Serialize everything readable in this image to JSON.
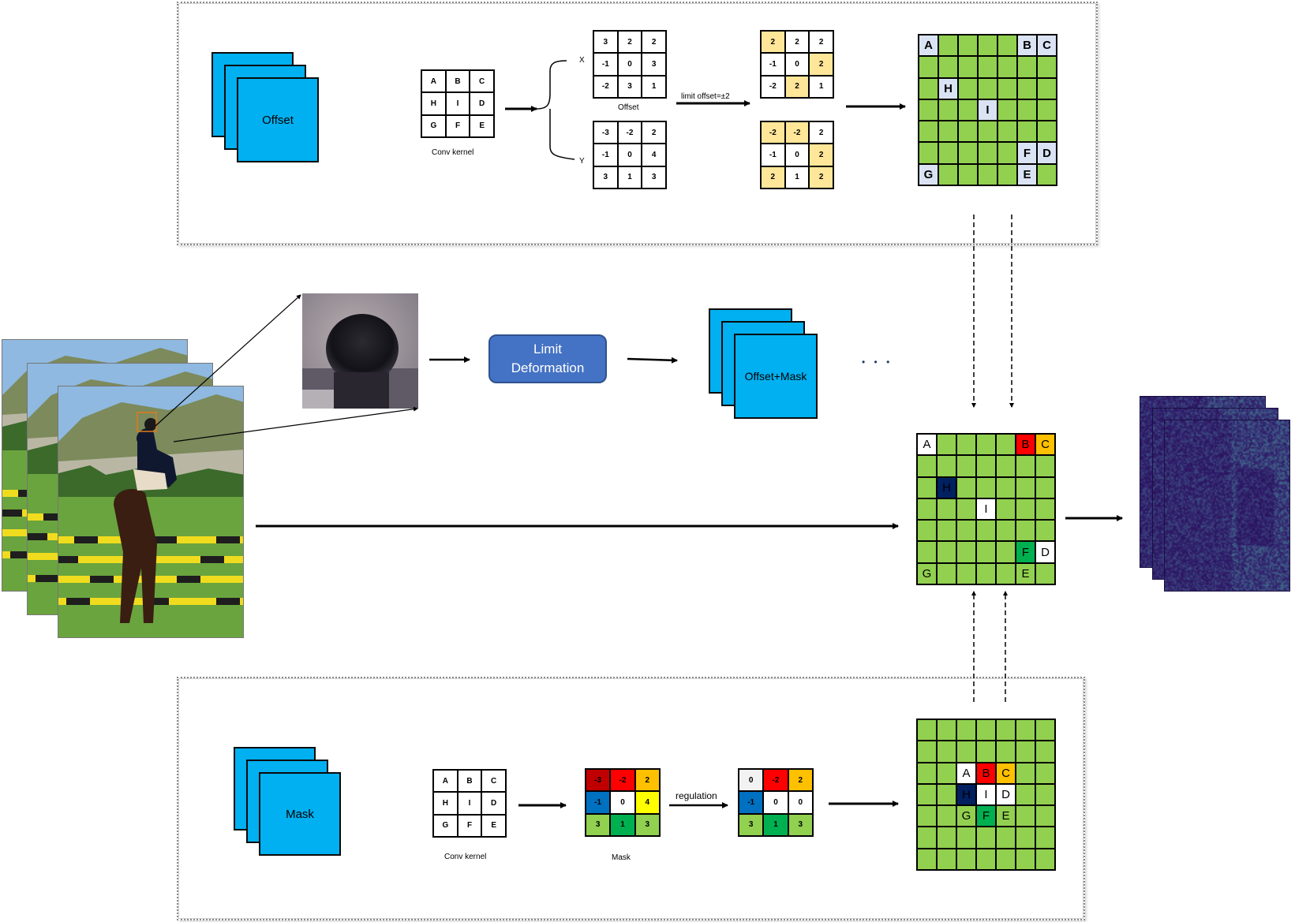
{
  "offset_panel": {
    "stack_label": "Offset",
    "kernel": [
      "A",
      "B",
      "C",
      "H",
      "I",
      "D",
      "G",
      "F",
      "E"
    ],
    "kernel_caption": "Conv kernel",
    "x_label": "X",
    "y_label": "Y",
    "offset_x": [
      "3",
      "2",
      "2",
      "-1",
      "0",
      "3",
      "-2",
      "3",
      "1"
    ],
    "offset_y": [
      "-3",
      "-2",
      "2",
      "-1",
      "0",
      "4",
      "3",
      "1",
      "3"
    ],
    "offset_caption": "Offset",
    "limit_caption": "limit offset=±2",
    "limited_x": [
      "2",
      "2",
      "2",
      "-1",
      "0",
      "2",
      "-2",
      "2",
      "1"
    ],
    "limited_y": [
      "-2",
      "-2",
      "2",
      "-1",
      "0",
      "2",
      "2",
      "1",
      "2"
    ],
    "limited_x_highlight": [
      0,
      5,
      7
    ],
    "limited_y_highlight": [
      0,
      1,
      5,
      6,
      8
    ],
    "highlight_color": "#ffe699",
    "sample_grid_marks": [
      {
        "row": 0,
        "col": 0,
        "text": "A"
      },
      {
        "row": 0,
        "col": 5,
        "text": "B"
      },
      {
        "row": 0,
        "col": 6,
        "text": "C"
      },
      {
        "row": 2,
        "col": 1,
        "text": "H"
      },
      {
        "row": 3,
        "col": 3,
        "text": "I"
      },
      {
        "row": 5,
        "col": 5,
        "text": "F"
      },
      {
        "row": 5,
        "col": 6,
        "text": "D"
      },
      {
        "row": 6,
        "col": 0,
        "text": "G"
      },
      {
        "row": 6,
        "col": 5,
        "text": "E"
      }
    ],
    "mark_color": "#dae3f3"
  },
  "middle": {
    "limit_button": [
      "Limit",
      "Deformation"
    ],
    "stack_label": "Offset+Mask",
    "ellipsis": "• • •",
    "result_grid_marks": [
      {
        "row": 0,
        "col": 0,
        "text": "A",
        "color": "#ffffff"
      },
      {
        "row": 0,
        "col": 5,
        "text": "B",
        "color": "#ff0000"
      },
      {
        "row": 0,
        "col": 6,
        "text": "C",
        "color": "#ffc000"
      },
      {
        "row": 2,
        "col": 1,
        "text": "H",
        "color": "#002060"
      },
      {
        "row": 3,
        "col": 3,
        "text": "I",
        "color": "#ffffff"
      },
      {
        "row": 5,
        "col": 5,
        "text": "F",
        "color": "#00b050"
      },
      {
        "row": 5,
        "col": 6,
        "text": "D",
        "color": "#ffffff"
      },
      {
        "row": 6,
        "col": 0,
        "text": "G",
        "color": "#92d050"
      },
      {
        "row": 6,
        "col": 5,
        "text": "E",
        "color": "#92d050"
      }
    ]
  },
  "mask_panel": {
    "stack_label": "Mask",
    "kernel": [
      "A",
      "B",
      "C",
      "H",
      "I",
      "D",
      "G",
      "F",
      "E"
    ],
    "kernel_caption": "Conv kernel",
    "mask": [
      "-3",
      "-2",
      "2",
      "-1",
      "0",
      "4",
      "3",
      "1",
      "3"
    ],
    "mask_colors": [
      "#c00000",
      "#ff0000",
      "#ffc000",
      "#0070c0",
      "#ffffff",
      "#ffff00",
      "#92d050",
      "#00b050",
      "#92d050"
    ],
    "mask_caption": "Mask",
    "regulation_caption": "regulation",
    "regulated": [
      "0",
      "-2",
      "2",
      "-1",
      "0",
      "0",
      "3",
      "1",
      "3"
    ],
    "regulated_colors": [
      "#f2f2f2",
      "#ff0000",
      "#ffc000",
      "#0070c0",
      "#ffffff",
      "#ffffff",
      "#92d050",
      "#00b050",
      "#92d050"
    ],
    "sample_grid_marks": [
      {
        "row": 2,
        "col": 2,
        "text": "A",
        "color": "#ffffff"
      },
      {
        "row": 2,
        "col": 3,
        "text": "B",
        "color": "#ff0000"
      },
      {
        "row": 2,
        "col": 4,
        "text": "C",
        "color": "#ffc000"
      },
      {
        "row": 3,
        "col": 2,
        "text": "H",
        "color": "#002060"
      },
      {
        "row": 3,
        "col": 3,
        "text": "I",
        "color": "#ffffff"
      },
      {
        "row": 3,
        "col": 4,
        "text": "D",
        "color": "#ffffff"
      },
      {
        "row": 4,
        "col": 2,
        "text": "G",
        "color": "#92d050"
      },
      {
        "row": 4,
        "col": 3,
        "text": "F",
        "color": "#00b050"
      },
      {
        "row": 4,
        "col": 4,
        "text": "E",
        "color": "#92d050"
      }
    ]
  },
  "colors": {
    "feature_blue": "#00b0f0",
    "grid_green": "#92d050",
    "button_blue": "#4472c4"
  }
}
